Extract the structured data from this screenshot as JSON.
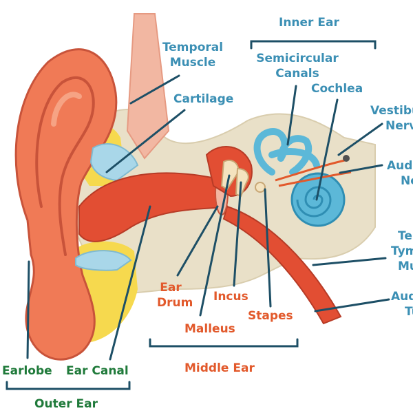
{
  "colors": {
    "blue_label": "#3b8fb4",
    "green_label": "#1f7a3a",
    "orange_label": "#e2592b",
    "skin": "#f07a56",
    "skin_light": "#f6a384",
    "canal": "#e24e33",
    "bone": "#e9e0c8",
    "fat": "#f6d94e",
    "cartilage_blue": "#a9d7e9",
    "inner_ear": "#5cb8d8",
    "muscle": "#f2b7a2",
    "leader_line": "#1d4f66"
  },
  "labels": {
    "inner_ear": "Inner Ear",
    "temporal_muscle": [
      "Temporal",
      "Muscle"
    ],
    "semicircular_canals": [
      "Semicircular",
      "Canals"
    ],
    "cochlea": "Cochlea",
    "cartilage": "Cartilage",
    "vestibular_nerve": [
      "Vestibular",
      "Nerve"
    ],
    "auditory_nerve": [
      "Auditory",
      "Nerve"
    ],
    "tensor_tympani": [
      "Tensor",
      "Tympani",
      "Muscle"
    ],
    "auditory_tube": [
      "Auditory",
      "Tube"
    ],
    "ear_drum": [
      "Ear",
      "Drum"
    ],
    "incus": "Incus",
    "stapes": "Stapes",
    "malleus": "Malleus",
    "earlobe": "Earlobe",
    "ear_canal": "Ear Canal",
    "middle_ear": "Middle Ear",
    "outer_ear": "Outer Ear"
  }
}
